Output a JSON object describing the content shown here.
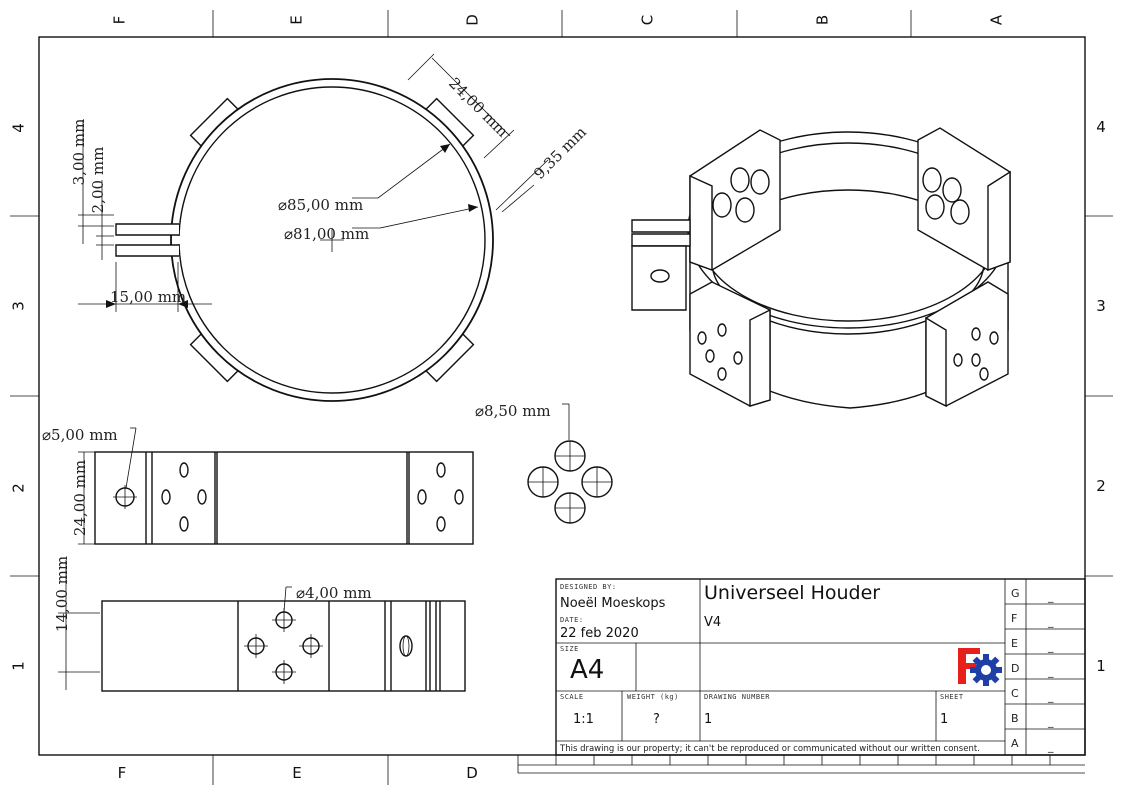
{
  "zones": {
    "top": [
      "F",
      "E",
      "D",
      "C",
      "B",
      "A"
    ],
    "bottom": [
      "F",
      "E",
      "D"
    ],
    "left": [
      "4",
      "3",
      "2",
      "1"
    ],
    "right": [
      "4",
      "3",
      "2",
      "1"
    ]
  },
  "dimensions": {
    "d85": "⌀85,00 mm",
    "d81": "⌀81,00 mm",
    "w24_top": "24,00 mm",
    "w935": "9,35 mm",
    "t300": "3,00 mm",
    "t200": "2,00 mm",
    "l1500": "15,00 mm",
    "d850": "⌀8,50 mm",
    "d500": "⌀5,00 mm",
    "h2400": "24,00 mm",
    "h1400": "14,00 mm",
    "d400": "⌀4,00 mm"
  },
  "title_block": {
    "designed_by_label": "DESIGNED BY:",
    "designed_by": "Noeël Moeskops",
    "date_label": "DATE:",
    "date": "22 feb 2020",
    "size_label": "SIZE",
    "size": "A4",
    "title": "Universeel Houder",
    "subtitle": "V4",
    "scale_label": "SCALE",
    "scale": "1:1",
    "weight_label": "WEIGHT (kg)",
    "weight": "?",
    "drawing_number_label": "DRAWING NUMBER",
    "drawing_number": "1",
    "sheet_label": "SHEET",
    "sheet": "1",
    "notice": "This drawing is our property; it can't be reproduced or communicated without our written consent.",
    "revisions": [
      {
        "letter": "G",
        "value": "_"
      },
      {
        "letter": "F",
        "value": "_"
      },
      {
        "letter": "E",
        "value": "_"
      },
      {
        "letter": "D",
        "value": "_"
      },
      {
        "letter": "C",
        "value": "_"
      },
      {
        "letter": "B",
        "value": "_"
      },
      {
        "letter": "A",
        "value": "_"
      }
    ],
    "logo_color_red": "#e8201c",
    "logo_color_blue": "#1f3fa6"
  }
}
